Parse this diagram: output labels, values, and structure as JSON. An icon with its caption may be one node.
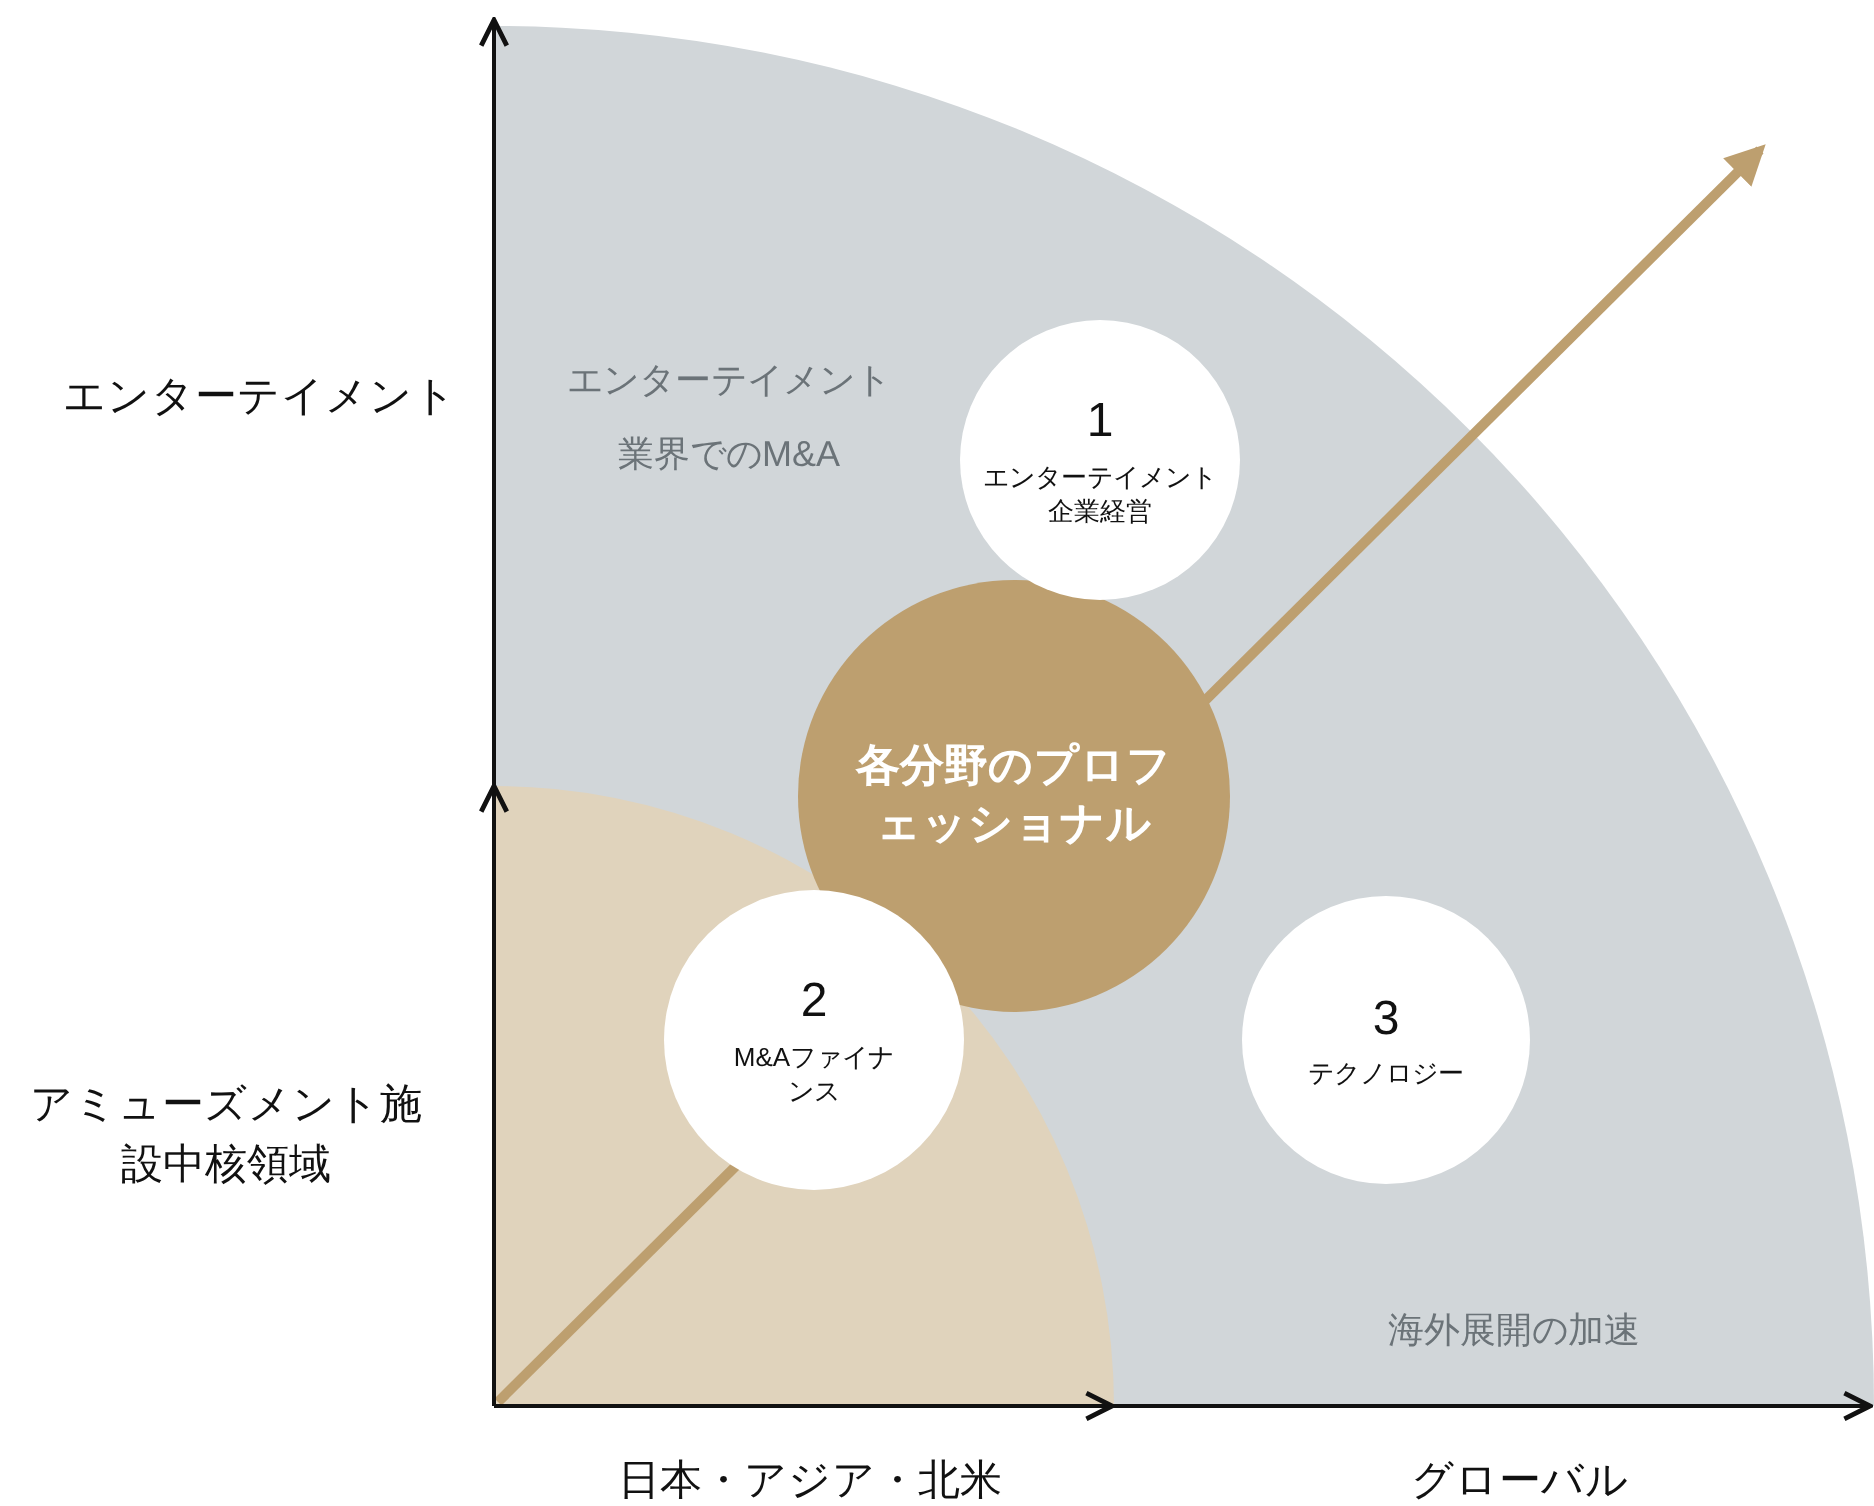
{
  "diagram": {
    "nodes": [
      {
        "text": [
          "各分野のプロフェッショナル"
        ]
      },
      {
        "text": [
          "1",
          "エンターテイメント企業経営"
        ]
      },
      {
        "text": [
          "2",
          "M&Aファイナンス"
        ]
      },
      {
        "text": [
          "3",
          "テクノロジー"
        ]
      }
    ],
    "labels": [
      "エンターテイメント",
      "エンターテイメント業界でのM&A",
      "アミューズメント施設中核領域",
      "海外展開の加速",
      "日本・アジア・北米",
      "グローバル"
    ]
  }
}
